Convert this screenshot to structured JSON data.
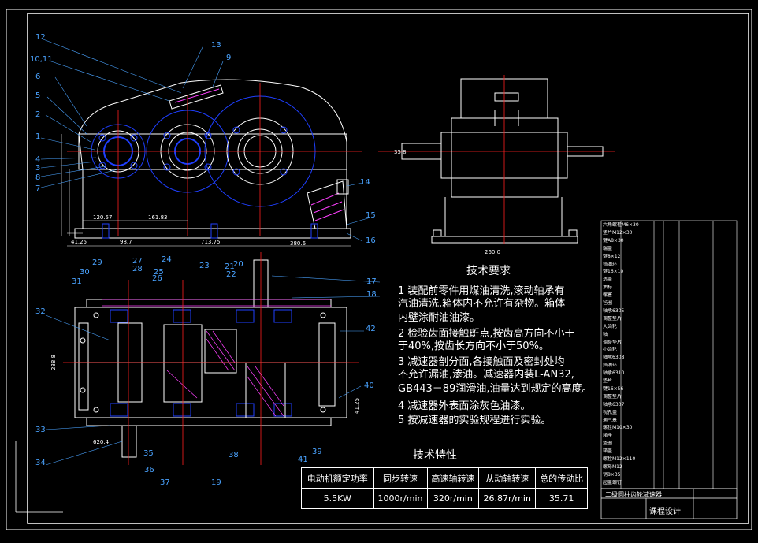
{
  "technical_requirements": {
    "title": "技术要求",
    "lines": [
      "1 装配前零件用煤油清洗,滚动轴承有",
      "汽油清洗,箱体内不允许有杂物。箱体",
      "内壁涂耐油油漆。",
      "2 检验齿面接触斑点,按齿高方向不小于",
      "于40%,按齿长方向不小于50%。",
      "3 减速器剖分面,各接触面及密封处均",
      "不允许漏油,渗油。减速器内装L-AN32,",
      "GB443－89润滑油,油量达到规定的高度。",
      "4 减速器外表面涂灰色油漆。",
      "5 按减速器的实验规程进行实验。"
    ]
  },
  "technical_characteristics": {
    "title": "技术特性",
    "headers": [
      "电动机额定功率",
      "同步转速",
      "高速轴转速",
      "从动轴转速",
      "总的传动比"
    ],
    "values": [
      "5.5KW",
      "1000r/min",
      "320r/min",
      "26.87r/min",
      "35.71"
    ]
  },
  "part_numbers": [
    "12",
    "13",
    "9",
    "10,11",
    "6",
    "5",
    "2",
    "1",
    "4",
    "3",
    "8",
    "7",
    "14",
    "15",
    "16",
    "29",
    "30",
    "31",
    "27",
    "28",
    "25",
    "26",
    "24",
    "23",
    "22",
    "21",
    "20",
    "17",
    "18",
    "32",
    "42",
    "40",
    "33",
    "34",
    "35",
    "36",
    "37",
    "19",
    "38",
    "41",
    "39"
  ],
  "bom_rows": [
    "六角螺栓M6×30",
    "垫片M12×30",
    "键A8×30",
    "端盖",
    "键8×12",
    "挡油环",
    "键16×10",
    "透盖",
    "油标",
    "螺塞",
    "毡圈",
    "轴承6305",
    "调整垫片",
    "大齿轮",
    "轴",
    "调整垫片",
    "小齿轮",
    "轴承6308",
    "挡油环",
    "轴承6310",
    "垫片",
    "键16×56",
    "调整垫片",
    "轴承6307",
    "视孔盖",
    "通气塞",
    "螺栓M10×30",
    "箱座",
    "垫圈",
    "箱盖",
    "螺栓M12×110",
    "螺母M12",
    "销8×35",
    "起盖螺钉"
  ],
  "title_block": {
    "main": "课程设计",
    "sub": "二级圆柱齿轮减速器"
  },
  "colors": {
    "drawing": "#ffffff",
    "parts": "#1f3fff",
    "centerline": "#ff2020",
    "leader": "#4aa3ff",
    "hatch": "#ff40ff"
  }
}
